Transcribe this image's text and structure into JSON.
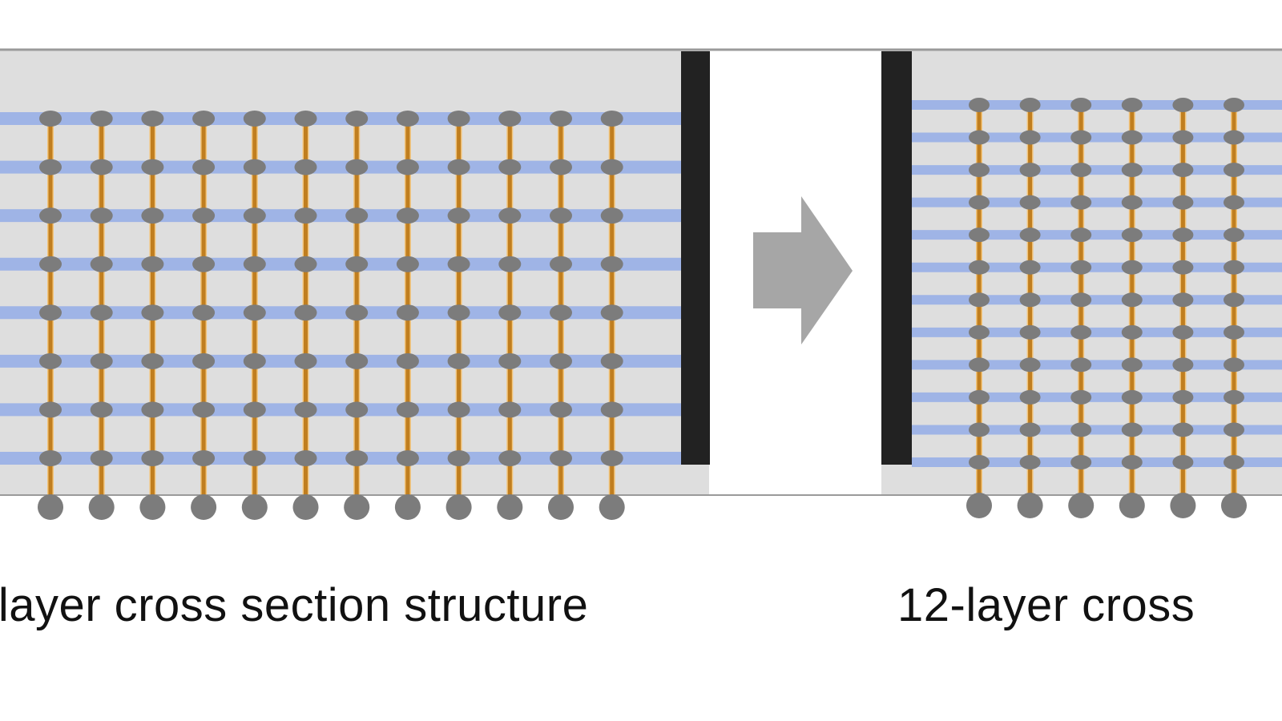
{
  "left_panel": {
    "caption": "-layer cross section structure",
    "layers": 8,
    "vias": 12
  },
  "right_panel": {
    "caption": "12-layer cross",
    "layers": 12,
    "vias": 6
  },
  "icons": {
    "transition": "right-arrow-icon"
  },
  "colors": {
    "background": "#dedede",
    "layer_line": "#9fb4e6",
    "via": "#c07e1f",
    "pad": "#7c7c7c",
    "divider": "#222222",
    "arrow": "#a6a6a6",
    "border": "#9a9a9a"
  }
}
